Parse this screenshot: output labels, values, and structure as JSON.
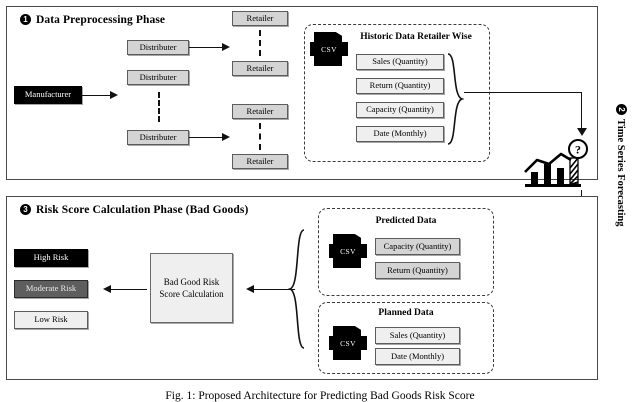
{
  "figure": {
    "caption": "Fig. 1: Proposed Architecture for Predicting Bad Goods Risk Score"
  },
  "phase1": {
    "number": "1",
    "title": "Data Preprocessing Phase",
    "manufacturer": "Manufacturer",
    "distributors": [
      "Distributer",
      "Distributer",
      "Distributer"
    ],
    "retailers": [
      "Retailer",
      "Retailer",
      "Retailer",
      "Retailer"
    ],
    "historic_group": {
      "title": "Historic Data Retailer Wise",
      "csv_label": "CSV",
      "fields": [
        "Sales (Quantity)",
        "Return (Quantity)",
        "Capacity (Quantity)",
        "Date (Monthly)"
      ]
    }
  },
  "phase2": {
    "number": "2",
    "title": "Time Series Forecasting",
    "icon_name": "forecast-chart-question-icon"
  },
  "phase3": {
    "number": "3",
    "title": "Risk Score Calculation Phase (Bad Goods)",
    "risk_levels": [
      {
        "label": "High Risk",
        "style": "black"
      },
      {
        "label": "Moderate Risk",
        "style": "mid"
      },
      {
        "label": "Low Risk",
        "style": "light"
      }
    ],
    "calculation": "Bad Good Risk\nScore Calculation",
    "calculation_line1": "Bad Good Risk",
    "calculation_line2": "Score Calculation",
    "predicted_group": {
      "title": "Predicted Data",
      "csv_label": "CSV",
      "fields": [
        "Capacity (Quantity)",
        "Return (Quantity)"
      ]
    },
    "planned_group": {
      "title": "Planned Data",
      "csv_label": "CSV",
      "fields": [
        "Sales (Quantity)",
        "Date (Monthly)"
      ]
    }
  },
  "colors": {
    "frame": "#4a4a4a",
    "node_fill": "#d4d4d4",
    "node_light": "#efefef",
    "high_risk": "#000000",
    "moderate_risk": "#5e5e5e",
    "low_risk": "#efefef",
    "line": "#111111"
  }
}
